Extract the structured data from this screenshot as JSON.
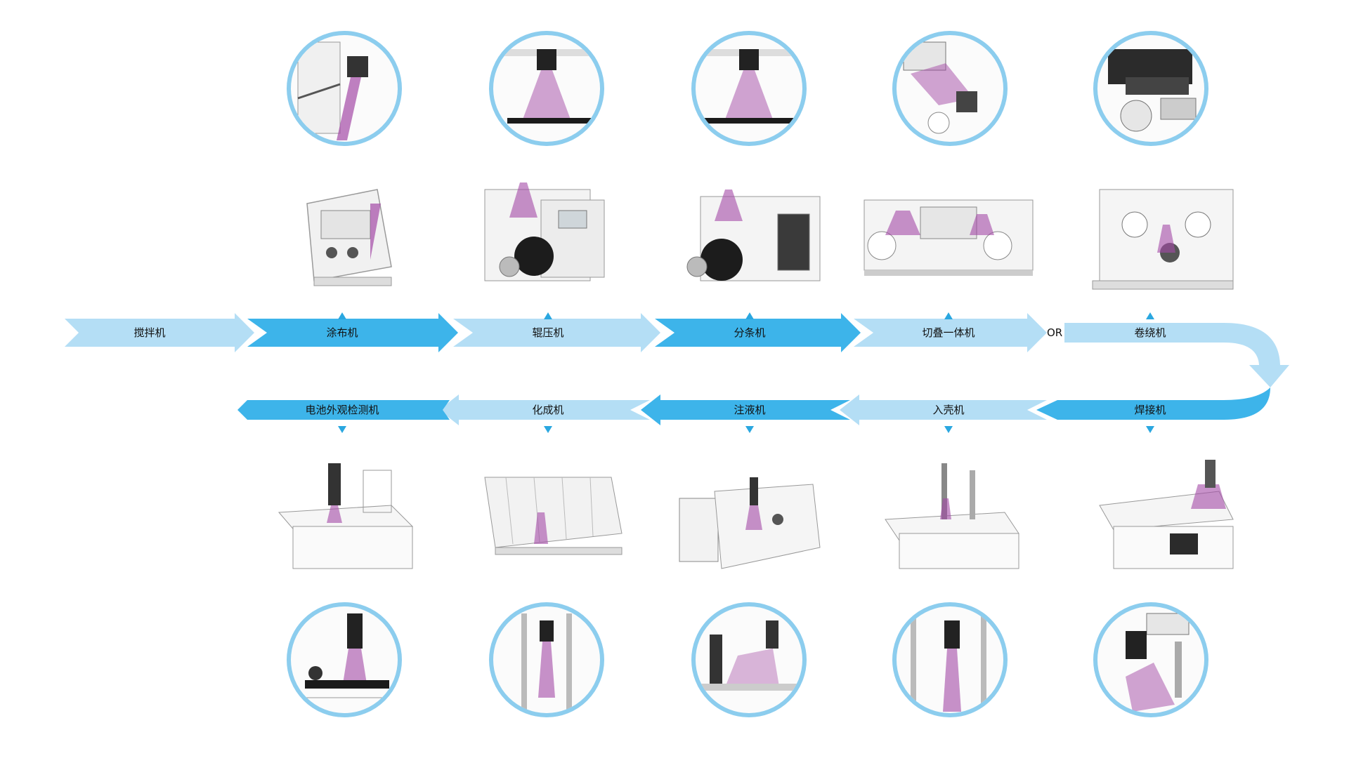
{
  "colors": {
    "arrow_dark": "#3db4ea",
    "arrow_light": "#b4def5",
    "lens_ring": "#8ccdee",
    "beam": "#a44aa6",
    "marker": "#2aa7e0"
  },
  "top_row": [
    {
      "label": "搅拌机",
      "style": "light",
      "has_machine": false
    },
    {
      "label": "涂布机",
      "style": "dark",
      "has_machine": true
    },
    {
      "label": "辊压机",
      "style": "light",
      "has_machine": true
    },
    {
      "label": "分条机",
      "style": "dark",
      "has_machine": true
    },
    {
      "label": "切叠一体机",
      "style": "light",
      "has_machine": true
    },
    {
      "label": "卷绕机",
      "style": "light",
      "has_machine": true
    }
  ],
  "or_text": "OR",
  "bottom_row": [
    {
      "label": "电池外观检测机",
      "style": "dark"
    },
    {
      "label": "化成机",
      "style": "light"
    },
    {
      "label": "注液机",
      "style": "dark"
    },
    {
      "label": "入壳机",
      "style": "light"
    },
    {
      "label": "焊接机",
      "style": "dark"
    }
  ]
}
